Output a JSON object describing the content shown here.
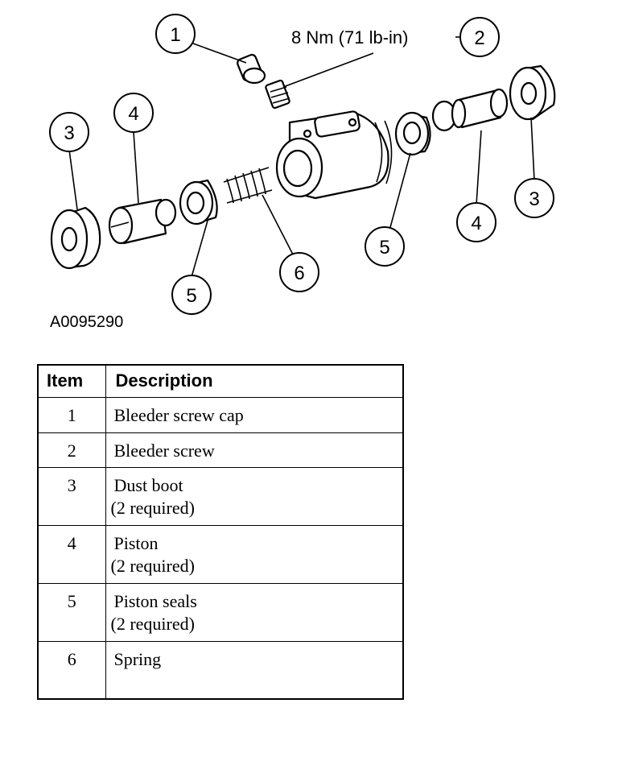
{
  "diagram": {
    "figure_id": "A0095290",
    "torque_spec": "8 Nm (71 lb-in)",
    "callouts": [
      "1",
      "2",
      "3",
      "4",
      "5",
      "6",
      "3",
      "4",
      "5"
    ]
  },
  "legend": {
    "headers": {
      "item": "Item",
      "description": "Description"
    },
    "rows": [
      {
        "item": "1",
        "lines": [
          "Bleeder screw cap"
        ]
      },
      {
        "item": "2",
        "lines": [
          "Bleeder screw"
        ]
      },
      {
        "item": "3",
        "lines": [
          "Dust boot",
          "(2 required)"
        ]
      },
      {
        "item": "4",
        "lines": [
          "Piston",
          "(2 required)"
        ]
      },
      {
        "item": "5",
        "lines": [
          "Piston seals",
          "(2 required)"
        ]
      },
      {
        "item": "6",
        "lines": [
          "Spring",
          ""
        ]
      }
    ]
  }
}
